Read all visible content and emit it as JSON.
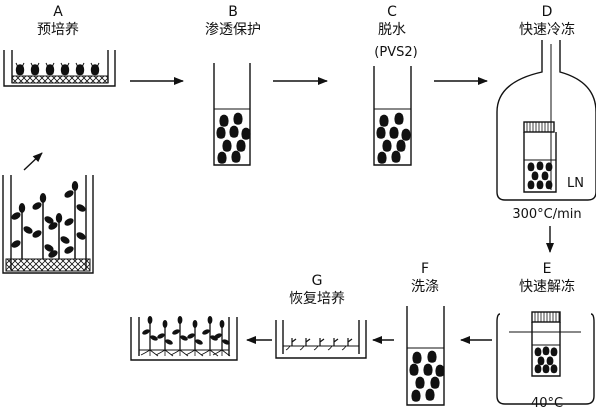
{
  "steps": [
    {
      "letter": "A",
      "label": "预培养"
    },
    {
      "letter": "B",
      "label": "渗透保护"
    },
    {
      "letter": "C",
      "label": "脱水"
    },
    {
      "letter": "D",
      "label": "快速冷冻"
    },
    {
      "letter": "E",
      "label": "快速解冻"
    },
    {
      "letter": "F",
      "label": "洗涤"
    },
    {
      "letter": "G",
      "label": "恢复培养"
    }
  ],
  "annotations": {
    "pvs2": "(PVS2)",
    "ln": "LN",
    "rate": "300°C/min",
    "temp": "40°C"
  }
}
